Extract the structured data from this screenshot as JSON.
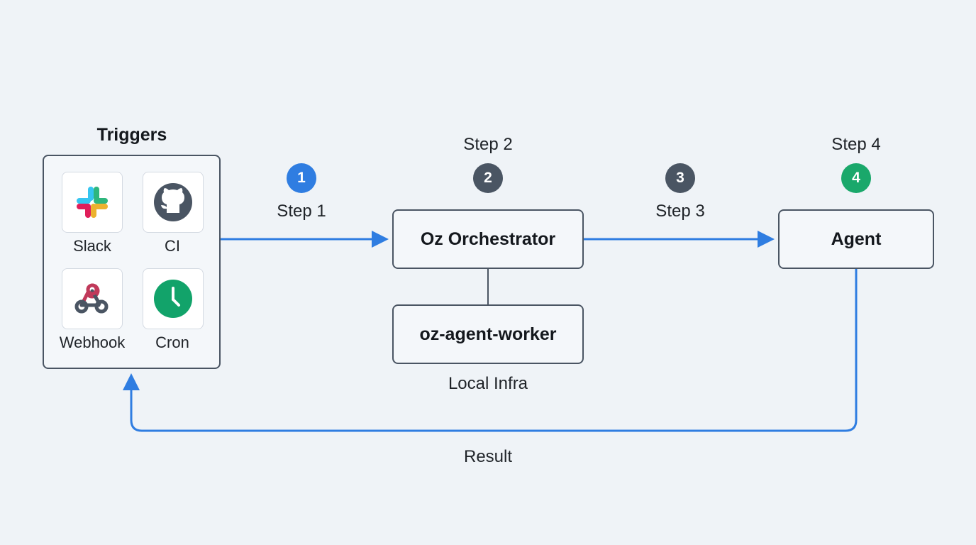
{
  "triggers": {
    "title": "Triggers",
    "items": [
      {
        "label": "Slack",
        "icon": "slack-icon"
      },
      {
        "label": "CI",
        "icon": "github-icon"
      },
      {
        "label": "Webhook",
        "icon": "webhook-icon"
      },
      {
        "label": "Cron",
        "icon": "clock-icon"
      }
    ]
  },
  "steps": {
    "s1": {
      "badge": "1",
      "label": "Step 1",
      "color": "#2f7de1"
    },
    "s2": {
      "badge": "2",
      "label": "Step 2",
      "color": "#4a5563"
    },
    "s3": {
      "badge": "3",
      "label": "Step 3",
      "color": "#4a5563"
    },
    "s4": {
      "badge": "4",
      "label": "Step 4",
      "color": "#1aa86b"
    }
  },
  "nodes": {
    "orchestrator": "Oz Orchestrator",
    "worker": "oz-agent-worker",
    "worker_caption": "Local Infra",
    "agent": "Agent"
  },
  "result_label": "Result",
  "colors": {
    "arrow": "#2f7de1",
    "border": "#4a5563",
    "background": "#eff3f7"
  }
}
